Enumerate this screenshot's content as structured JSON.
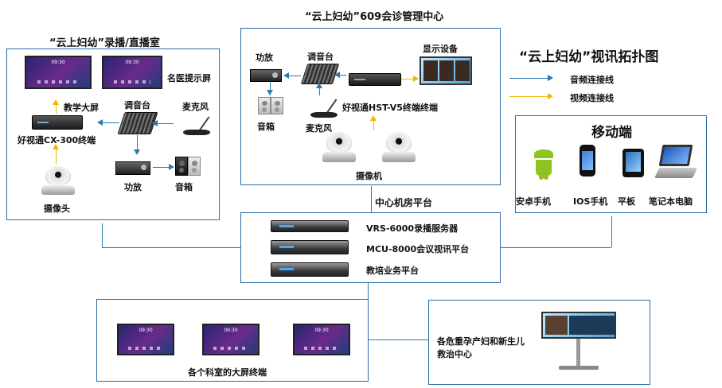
{
  "left_room": {
    "title": "“云上妇幼”录播/直播室",
    "teaching_screen": "教学大屏",
    "doctor_screen": "名医提示屏",
    "terminal": "好视通CX-300终端",
    "mixer": "调音台",
    "microphone": "麦克风",
    "amplifier": "功放",
    "speaker": "音箱",
    "camera": "摄像头",
    "screen_time": "09:30"
  },
  "center_room": {
    "title": "“云上妇幼”609会诊管理中心",
    "amplifier": "功放",
    "mixer": "调音台",
    "display": "显示设备",
    "speaker": "音箱",
    "microphone": "麦克风",
    "terminal": "好视通HST-V5终端终端",
    "camera": "摄像机"
  },
  "datacenter": {
    "title": "中心机房平台",
    "servers": [
      "VRS-6000录播服务器",
      "MCU-8000会议视讯平台",
      "教培业务平台"
    ]
  },
  "topology": {
    "title": "“云上妇幼”视讯拓扑图",
    "legend": [
      {
        "label": "音频连接线",
        "color": "#2a7ab0"
      },
      {
        "label": "视频连接线",
        "color": "#f2b600"
      }
    ]
  },
  "mobile": {
    "title": "移动端",
    "devices": [
      "安卓手机",
      "IOS手机",
      "平板",
      "笔记本电脑"
    ]
  },
  "departments": {
    "caption": "各个科室的大屏终端",
    "screen_time": "09:30"
  },
  "rescue_center": {
    "caption": "各危重孕产妇和新生儿救治中心"
  }
}
